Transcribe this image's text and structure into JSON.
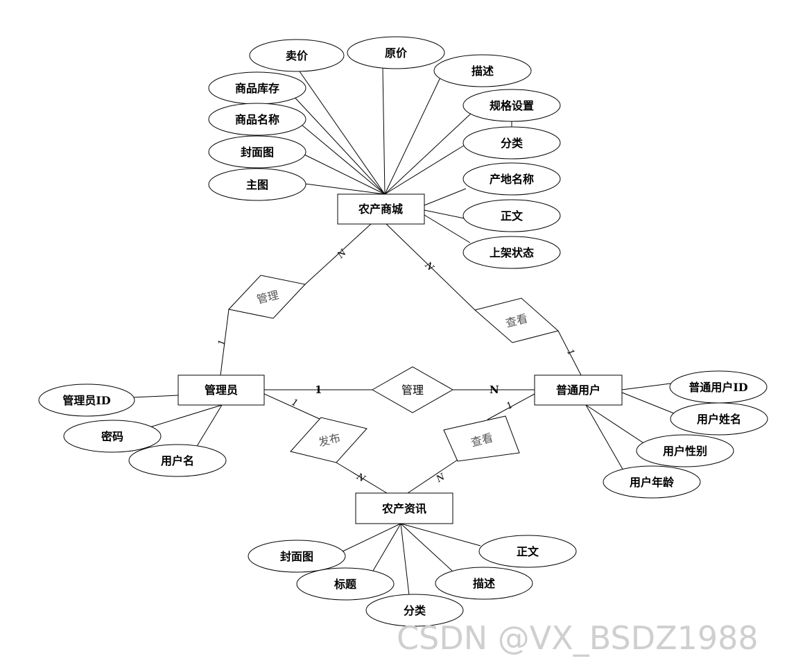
{
  "diagram": {
    "entities": {
      "mall": "农产商城",
      "admin": "管理员",
      "user": "普通用户",
      "news": "农产资讯"
    },
    "relationships": {
      "admin_mall": "管理",
      "user_mall": "查看",
      "admin_user": "管理",
      "admin_news": "发布",
      "user_news": "查看"
    },
    "cardinalities": {
      "mall_admin_side": "N",
      "admin_mall_side": "1",
      "mall_user_side": "N",
      "user_mall_side": "1",
      "admin_user_admin_side": "1",
      "admin_user_user_side": "N",
      "admin_news_admin_side": "1",
      "admin_news_news_side": "N",
      "user_news_user_side": "1",
      "user_news_news_side": "N"
    },
    "mall_attributes": [
      "卖价",
      "原价",
      "描述",
      "商品库存",
      "规格设置",
      "商品名称",
      "分类",
      "封面图",
      "产地名称",
      "主图",
      "正文",
      "上架状态"
    ],
    "admin_attributes": [
      "管理员ID",
      "密码",
      "用户名"
    ],
    "user_attributes": [
      "普通用户ID",
      "用户姓名",
      "用户性别",
      "用户年龄"
    ],
    "news_attributes": [
      "封面图",
      "正文",
      "标题",
      "描述",
      "分类"
    ]
  },
  "watermark": "CSDN @VX_BSDZ1988"
}
